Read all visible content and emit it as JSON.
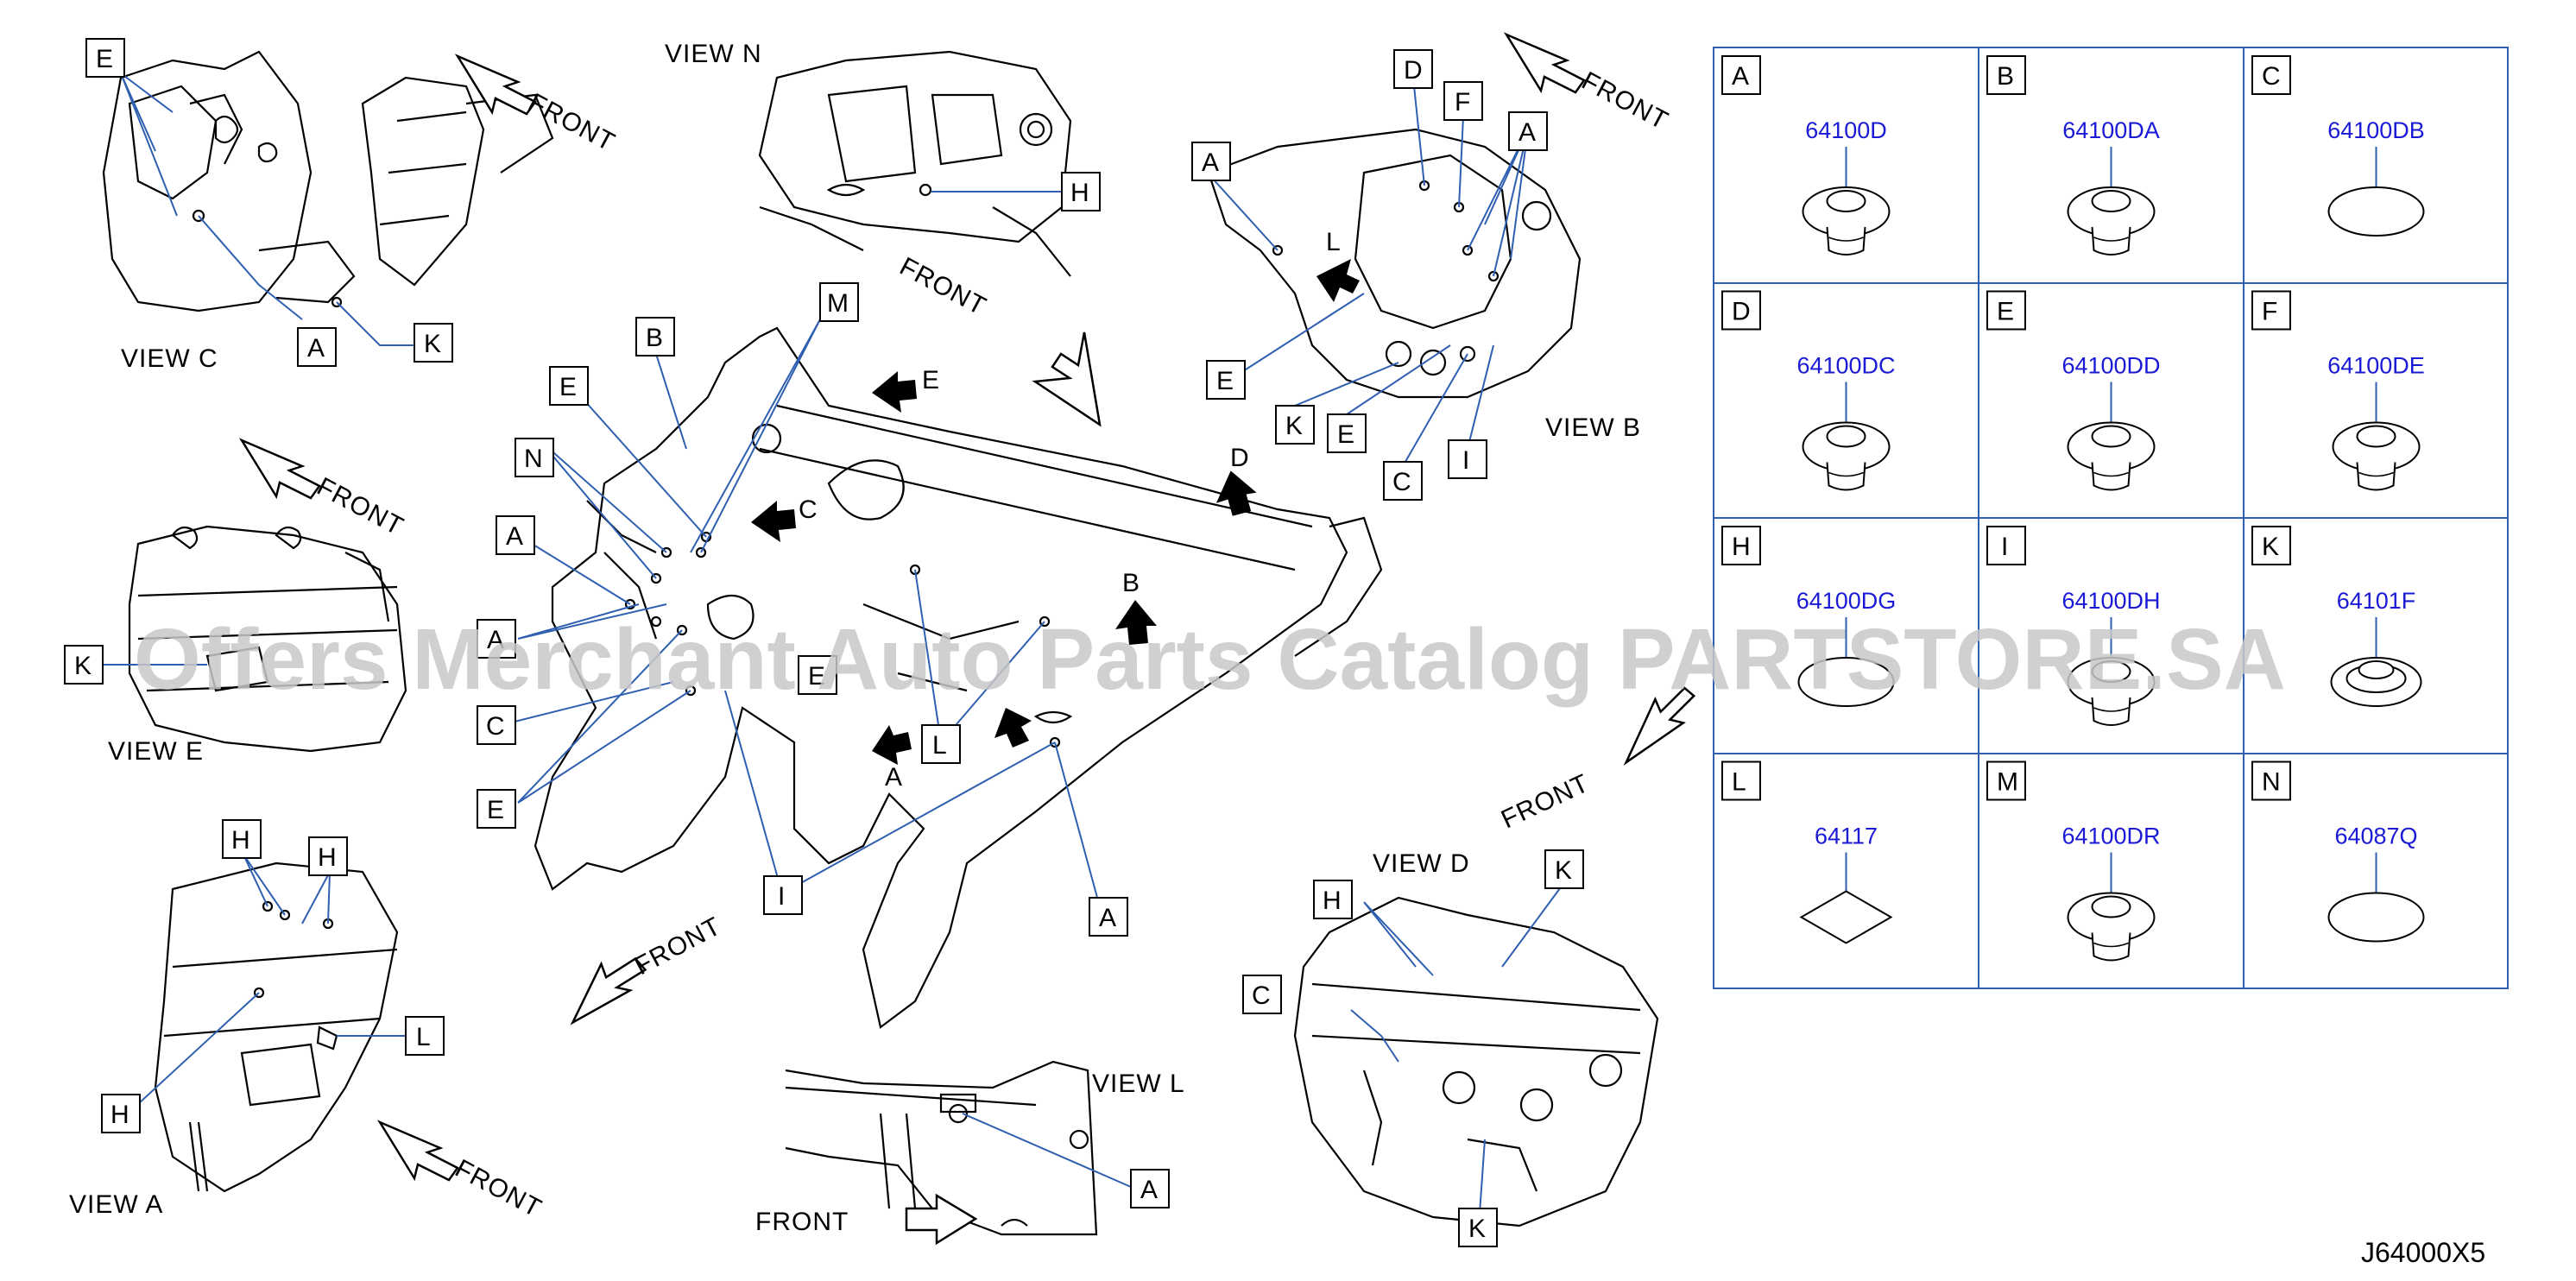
{
  "views": [
    {
      "id": "view-c",
      "title": "VIEW   C"
    },
    {
      "id": "view-n",
      "title": "VIEW   N"
    },
    {
      "id": "view-b",
      "title": "VIEW   B"
    },
    {
      "id": "view-e",
      "title": "VIEW   E"
    },
    {
      "id": "view-d",
      "title": "VIEW   D"
    },
    {
      "id": "view-a",
      "title": "VIEW   A"
    },
    {
      "id": "view-l",
      "title": "VIEW   L"
    }
  ],
  "front_label": "FRONT",
  "callouts": {
    "A": "A",
    "B": "B",
    "C": "C",
    "D": "D",
    "E": "E",
    "F": "F",
    "H": "H",
    "I": "I",
    "K": "K",
    "L": "L",
    "M": "M",
    "N": "N"
  },
  "parts_table": [
    {
      "key": "A",
      "part": "64100D",
      "shape": "plug-grommet"
    },
    {
      "key": "B",
      "part": "64100DA",
      "shape": "plug-grommet"
    },
    {
      "key": "C",
      "part": "64100DB",
      "shape": "oval-seal"
    },
    {
      "key": "D",
      "part": "64100DC",
      "shape": "plug-grommet"
    },
    {
      "key": "E",
      "part": "64100DD",
      "shape": "plug-grommet"
    },
    {
      "key": "F",
      "part": "64100DE",
      "shape": "plug-grommet"
    },
    {
      "key": "H",
      "part": "64100DG",
      "shape": "oval-seal"
    },
    {
      "key": "I",
      "part": "64100DH",
      "shape": "plug-grommet"
    },
    {
      "key": "K",
      "part": "64101F",
      "shape": "ring-grommet"
    },
    {
      "key": "L",
      "part": "64117",
      "shape": "diamond-seal"
    },
    {
      "key": "M",
      "part": "64100DR",
      "shape": "plug-grommet"
    },
    {
      "key": "N",
      "part": "64087Q",
      "shape": "oval-seal"
    }
  ],
  "watermark": "Offers Merchant Auto Parts Catalog PARTSTORE.SA",
  "drawing_code": "J64000X5",
  "colors": {
    "leader": "#2f5fb0",
    "part_number": "#1a1ad6",
    "table_border": "#2f5fb0",
    "watermark": "#c8c8c8"
  },
  "icons": [
    "front-direction-arrow-icon",
    "view-direction-arrow-icon",
    "grommet-icon"
  ]
}
